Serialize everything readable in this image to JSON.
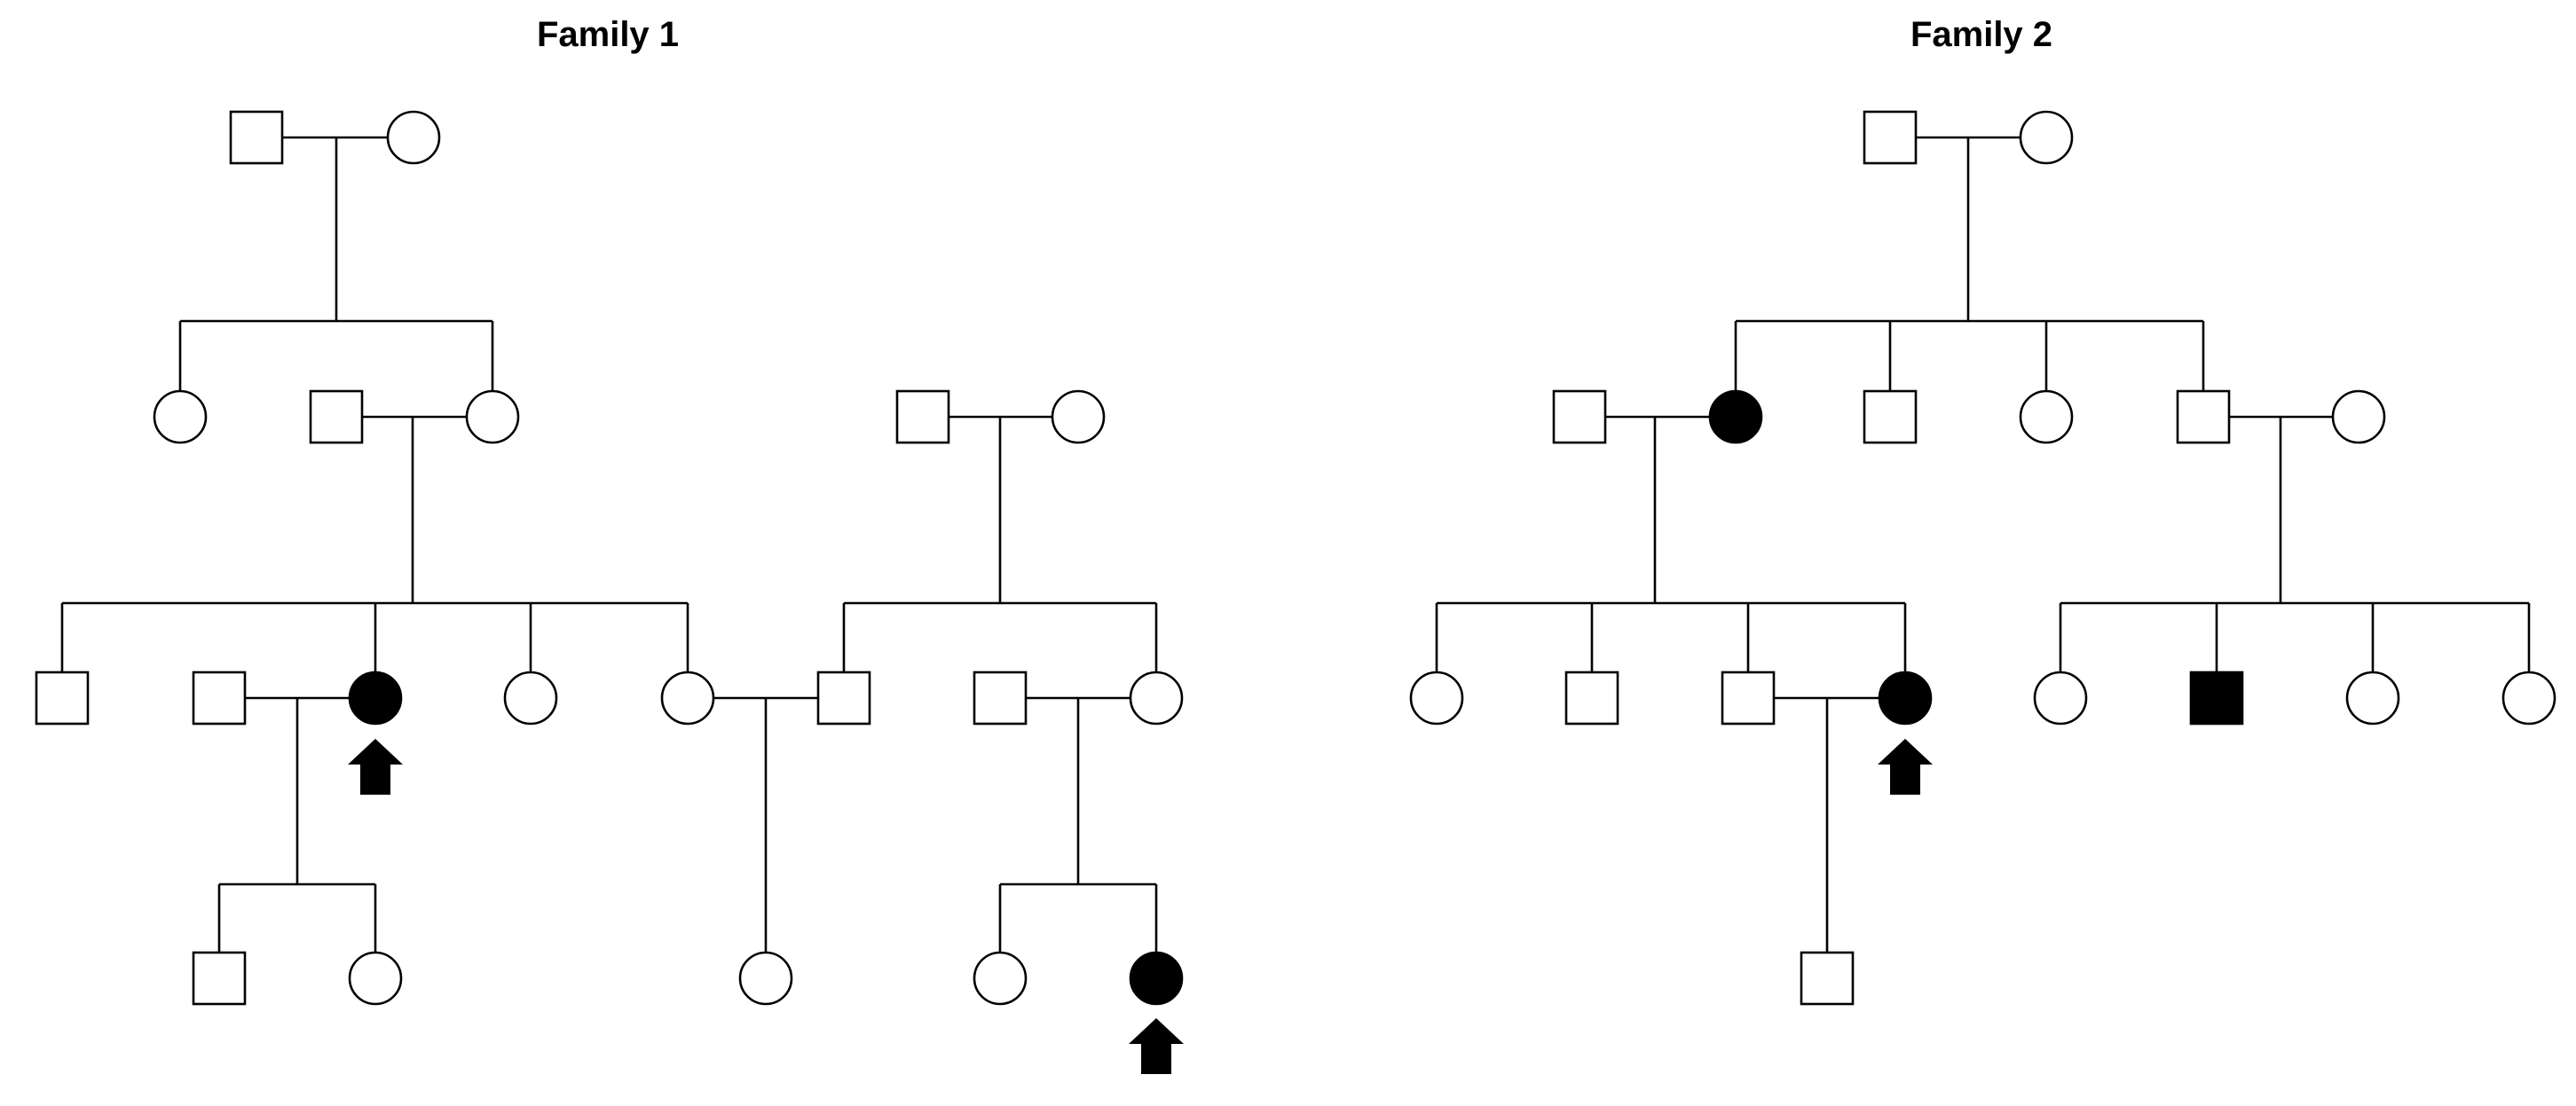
{
  "titles": {
    "family1": "Family 1",
    "family2": "Family 2"
  },
  "colors": {
    "line": "#000000",
    "affected": "#000000",
    "unaffected": "#ffffff"
  },
  "legend_semantics": {
    "square": "male",
    "circle": "female",
    "filled": "affected",
    "arrow": "proband"
  },
  "families": [
    {
      "name": "Family 1",
      "individuals": [
        {
          "id": "f1-I-1",
          "sex": "male",
          "affected": false
        },
        {
          "id": "f1-I-2",
          "sex": "female",
          "affected": false
        },
        {
          "id": "f1-II-1",
          "sex": "female",
          "affected": false
        },
        {
          "id": "f1-II-2",
          "sex": "male",
          "affected": false
        },
        {
          "id": "f1-II-3",
          "sex": "female",
          "affected": false
        },
        {
          "id": "f1-II-4",
          "sex": "male",
          "affected": false
        },
        {
          "id": "f1-II-5",
          "sex": "female",
          "affected": false
        },
        {
          "id": "f1-III-1",
          "sex": "male",
          "affected": false
        },
        {
          "id": "f1-III-2",
          "sex": "male",
          "affected": false
        },
        {
          "id": "f1-III-3",
          "sex": "female",
          "affected": true,
          "proband": true
        },
        {
          "id": "f1-III-4",
          "sex": "female",
          "affected": false
        },
        {
          "id": "f1-III-5",
          "sex": "female",
          "affected": false
        },
        {
          "id": "f1-III-6",
          "sex": "male",
          "affected": false
        },
        {
          "id": "f1-III-7",
          "sex": "male",
          "affected": false
        },
        {
          "id": "f1-III-8",
          "sex": "female",
          "affected": false
        },
        {
          "id": "f1-IV-1",
          "sex": "male",
          "affected": false
        },
        {
          "id": "f1-IV-2",
          "sex": "female",
          "affected": false
        },
        {
          "id": "f1-IV-3",
          "sex": "female",
          "affected": false
        },
        {
          "id": "f1-IV-4",
          "sex": "female",
          "affected": false
        },
        {
          "id": "f1-IV-5",
          "sex": "female",
          "affected": true,
          "proband": true
        }
      ]
    },
    {
      "name": "Family 2",
      "individuals": [
        {
          "id": "f2-I-1",
          "sex": "male",
          "affected": false
        },
        {
          "id": "f2-I-2",
          "sex": "female",
          "affected": false
        },
        {
          "id": "f2-II-1",
          "sex": "male",
          "affected": false
        },
        {
          "id": "f2-II-2",
          "sex": "female",
          "affected": true
        },
        {
          "id": "f2-II-3",
          "sex": "male",
          "affected": false
        },
        {
          "id": "f2-II-4",
          "sex": "female",
          "affected": false
        },
        {
          "id": "f2-II-5",
          "sex": "male",
          "affected": false
        },
        {
          "id": "f2-II-6",
          "sex": "female",
          "affected": false
        },
        {
          "id": "f2-III-1",
          "sex": "female",
          "affected": false
        },
        {
          "id": "f2-III-2",
          "sex": "male",
          "affected": false
        },
        {
          "id": "f2-III-3",
          "sex": "male",
          "affected": false
        },
        {
          "id": "f2-III-4",
          "sex": "female",
          "affected": true,
          "proband": true
        },
        {
          "id": "f2-III-5",
          "sex": "female",
          "affected": false
        },
        {
          "id": "f2-III-6",
          "sex": "male",
          "affected": true
        },
        {
          "id": "f2-III-7",
          "sex": "female",
          "affected": false
        },
        {
          "id": "f2-III-8",
          "sex": "female",
          "affected": false
        },
        {
          "id": "f2-IV-1",
          "sex": "male",
          "affected": false
        }
      ]
    }
  ]
}
